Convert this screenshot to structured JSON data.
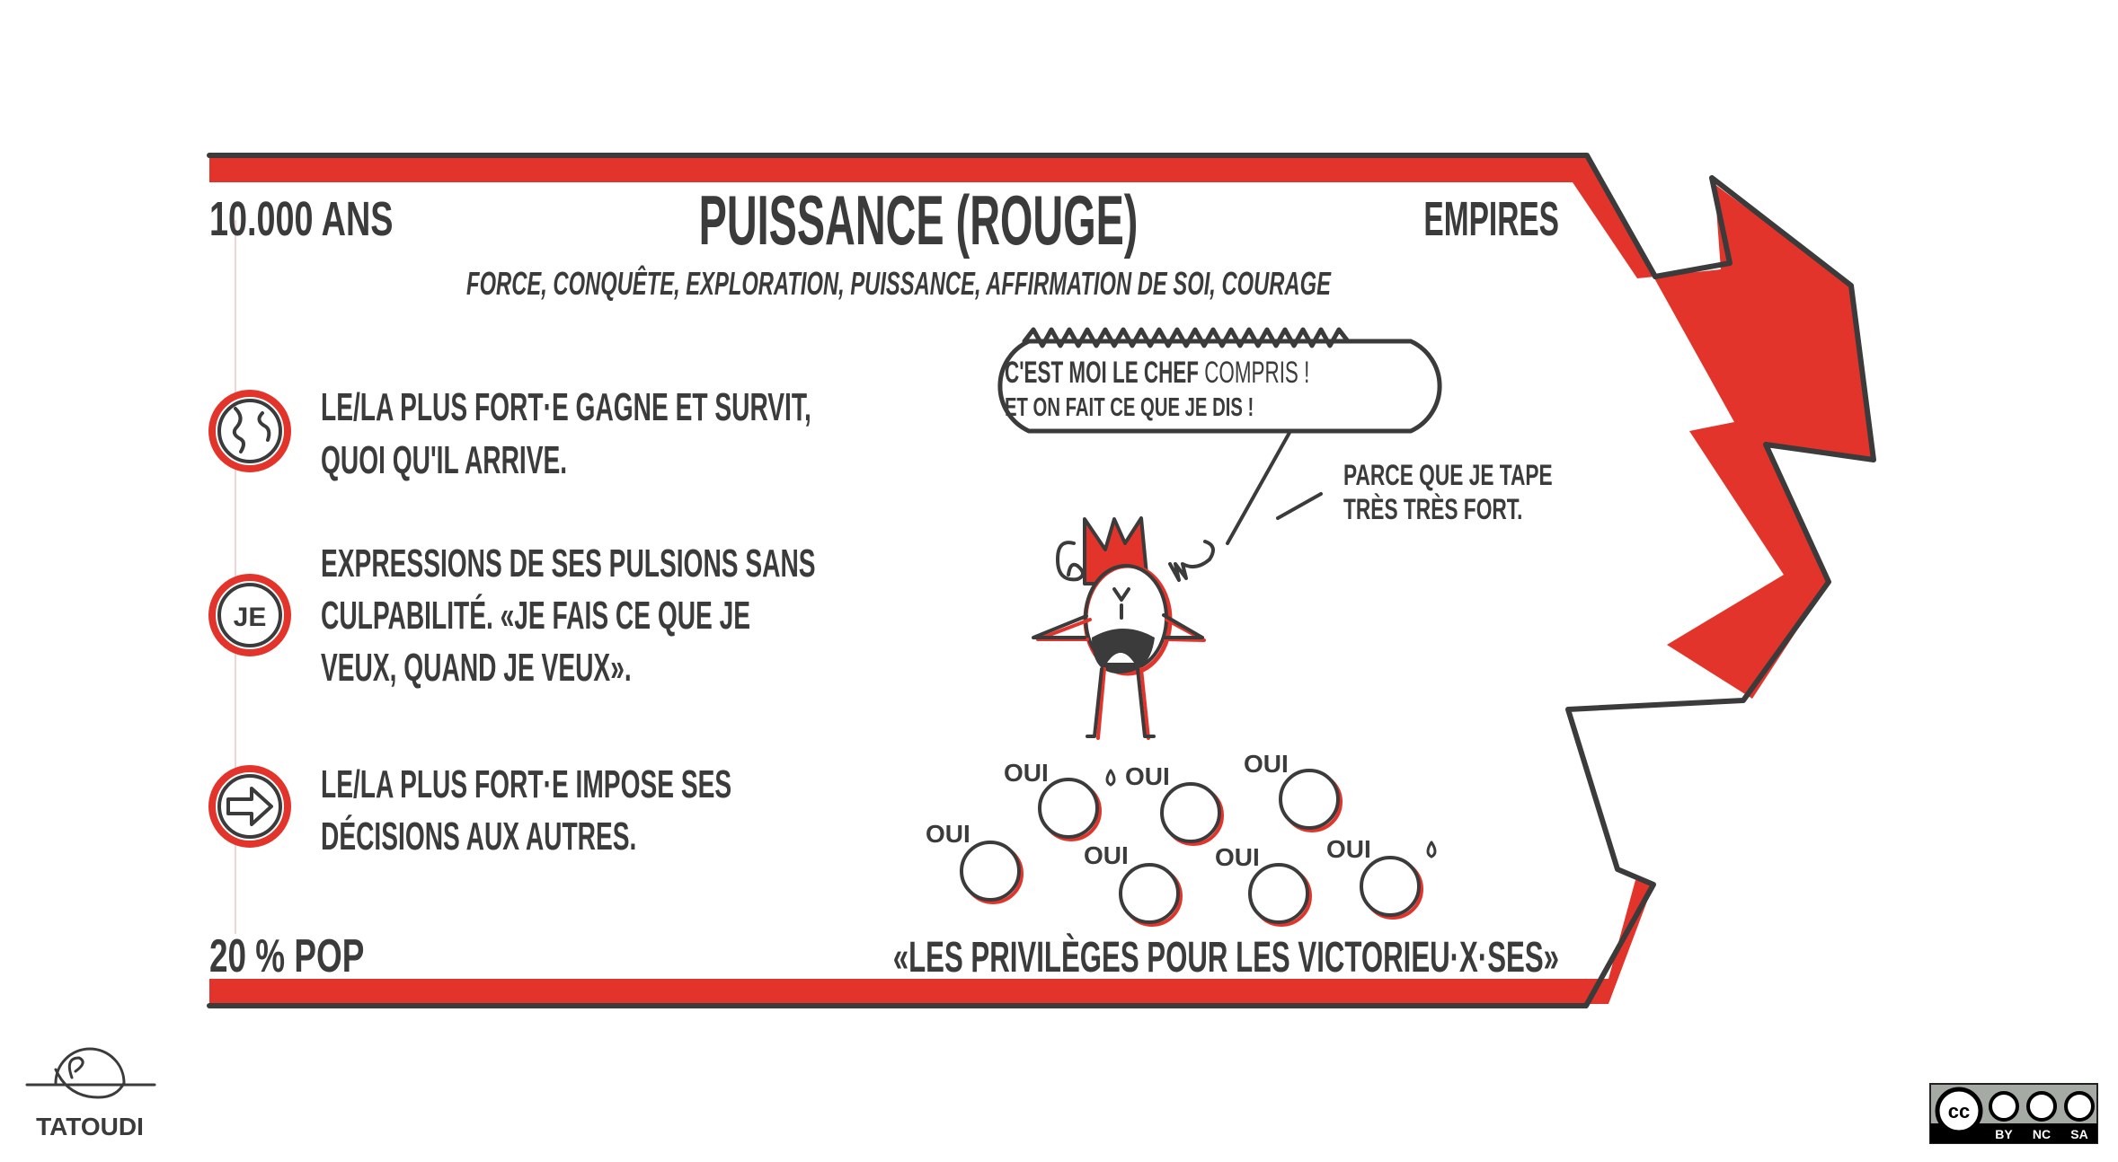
{
  "header": {
    "era": "10.000 ANS",
    "title": "PUISSANCE (ROUGE)",
    "structure": "EMPIRES",
    "keywords": "FORCE, CONQUÊTE, EXPLORATION, PUISSANCE, AFFIRMATION DE SOI, COURAGE"
  },
  "items": [
    {
      "icon": "globe-icon",
      "lines": [
        "LE/LA PLUS FORT·E GAGNE ET SURVIT,",
        "QUOI QU'IL ARRIVE."
      ]
    },
    {
      "icon": "je-icon",
      "icon_text": "JE",
      "lines": [
        "EXPRESSIONS DE SES PULSIONS SANS",
        "CULPABILITÉ. «JE FAIS CE QUE JE",
        "VEUX, QUAND JE VEUX»."
      ]
    },
    {
      "icon": "arrow-right-icon",
      "lines": [
        "LE/LA PLUS FORT·E IMPOSE SES",
        "DÉCISIONS AUX AUTRES."
      ]
    }
  ],
  "illustration": {
    "speech_bold": "C'EST MOI LE CHEF",
    "speech_rest": " COMPRIS !",
    "speech_line2": "ET ON FAIT CE QUE JE DIS !",
    "aside_line1": "PARCE QUE JE TAPE",
    "aside_line2": "TRÈS TRÈS FORT.",
    "crowd_word": "OUI"
  },
  "footer": {
    "population": "20 % POP",
    "motto": "«LES PRIVILÈGES POUR LES VICTORIEU·X·SES»"
  },
  "credits": {
    "author": "TATOUDI",
    "license": [
      "BY",
      "NC",
      "SA"
    ],
    "license_badge": "cc"
  },
  "colors": {
    "accent": "#e3342b",
    "ink": "#3b3b3b"
  }
}
